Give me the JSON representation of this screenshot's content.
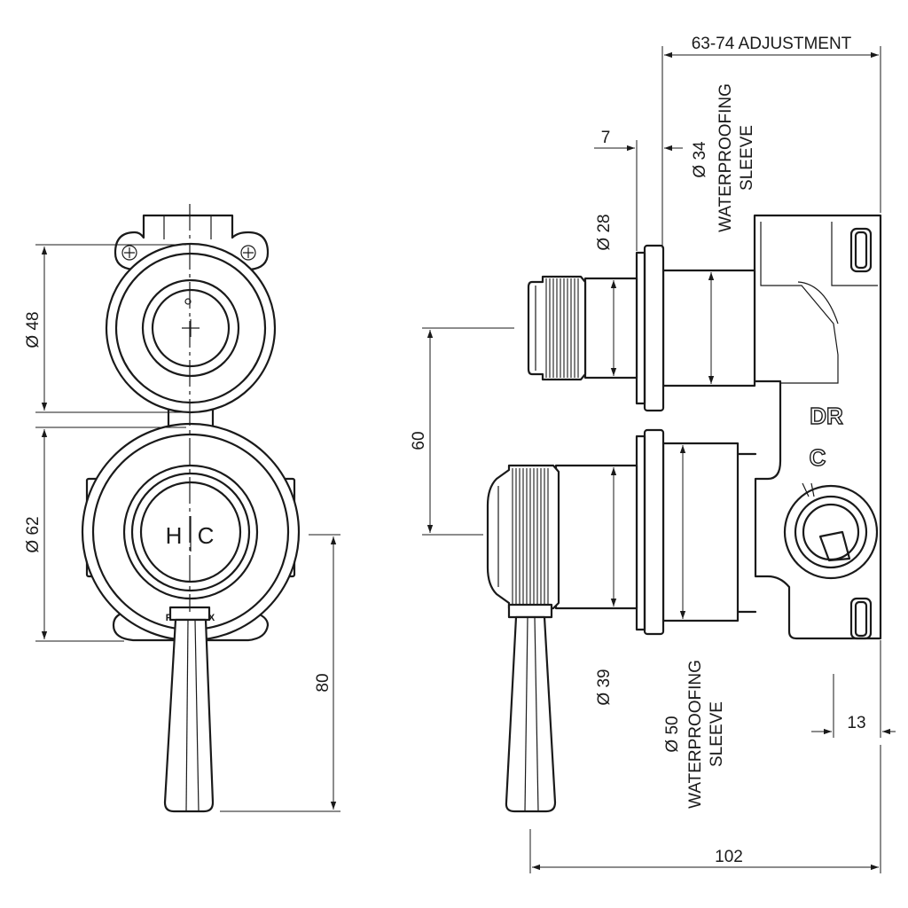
{
  "front_view": {
    "top_fitting_diameter": "Ø 48",
    "bottom_fitting_diameter": "Ø 62",
    "lever_length": "80",
    "knob_marking_hot": "H",
    "knob_marking_cold": "C",
    "brand": "PHOENIX"
  },
  "side_view": {
    "adjustment": "63-74 ADJUSTMENT",
    "flange_offset": "7",
    "upper_spindle_diameter": "Ø 28",
    "upper_sleeve_diameter": "Ø 34",
    "upper_sleeve_label_1": "WATERPROOFING",
    "upper_sleeve_label_2": "SLEEVE",
    "centre_distance": "60",
    "lower_spindle_diameter": "Ø 39",
    "lower_sleeve_diameter": "Ø 50",
    "lower_sleeve_label_1": "WATERPROOFING",
    "lower_sleeve_label_2": "SLEEVE",
    "body_depth": "13",
    "overall_depth": "102",
    "body_marking_1": "DR",
    "body_marking_2": "C"
  }
}
